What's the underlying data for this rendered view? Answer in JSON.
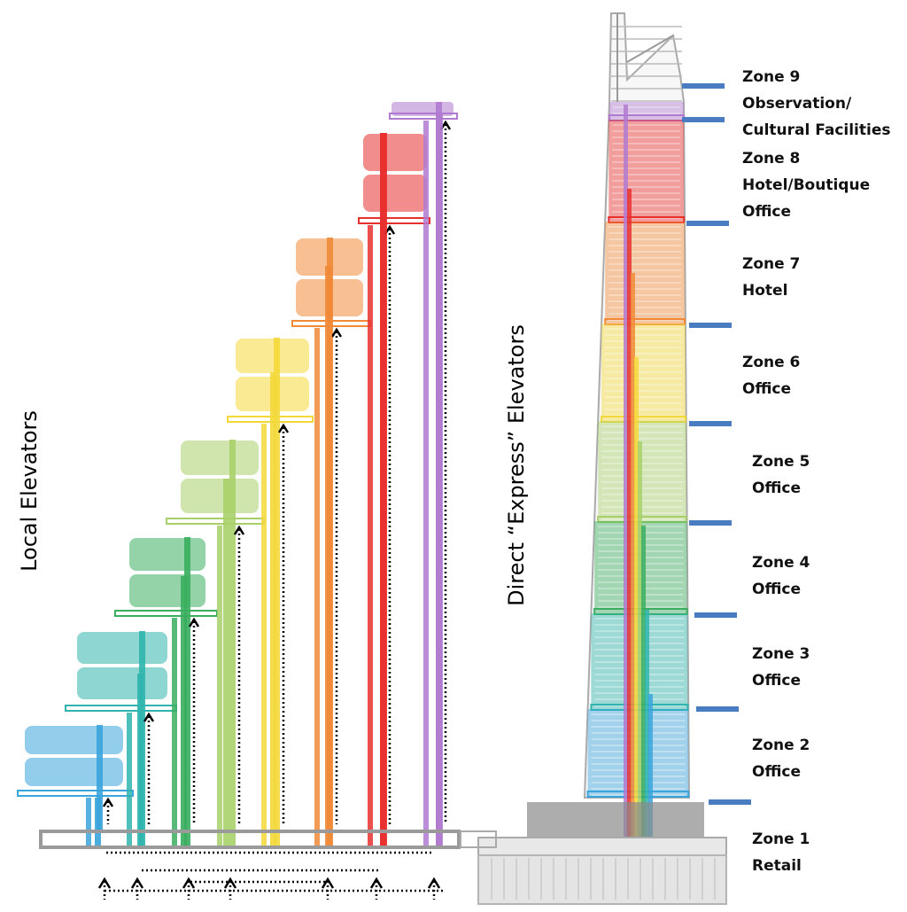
{
  "labels": {
    "local_elevators": "Local Elevators",
    "express_elevators": "Direct “Express” Elevators"
  },
  "zones": [
    {
      "title": "Zone 9",
      "use": "Observation/",
      "use2": "Cultural Facilities",
      "color": "#b07ad0"
    },
    {
      "title": "Zone 8",
      "use": "Hotel/Boutique",
      "use2": "Office",
      "color": "#e8302f"
    },
    {
      "title": "Zone 7",
      "use": "Hotel",
      "use2": "",
      "color": "#f08a38"
    },
    {
      "title": "Zone 6",
      "use": "Office",
      "use2": "",
      "color": "#f4d83a"
    },
    {
      "title": "Zone 5",
      "use": "Office",
      "use2": "",
      "color": "#a8d06a"
    },
    {
      "title": "Zone 4",
      "use": "Office",
      "use2": "",
      "color": "#3aae5e"
    },
    {
      "title": "Zone 3",
      "use": "Office",
      "use2": "",
      "color": "#2fb5ad"
    },
    {
      "title": "Zone 2",
      "use": "Office",
      "use2": "",
      "color": "#3aa4dc"
    },
    {
      "title": "Zone 1",
      "use": "Retail",
      "use2": "",
      "color": "#999999"
    }
  ],
  "colors": {
    "marker": "#4a7cc2",
    "outline": "#9a9a9a",
    "arrow": "#000000"
  }
}
